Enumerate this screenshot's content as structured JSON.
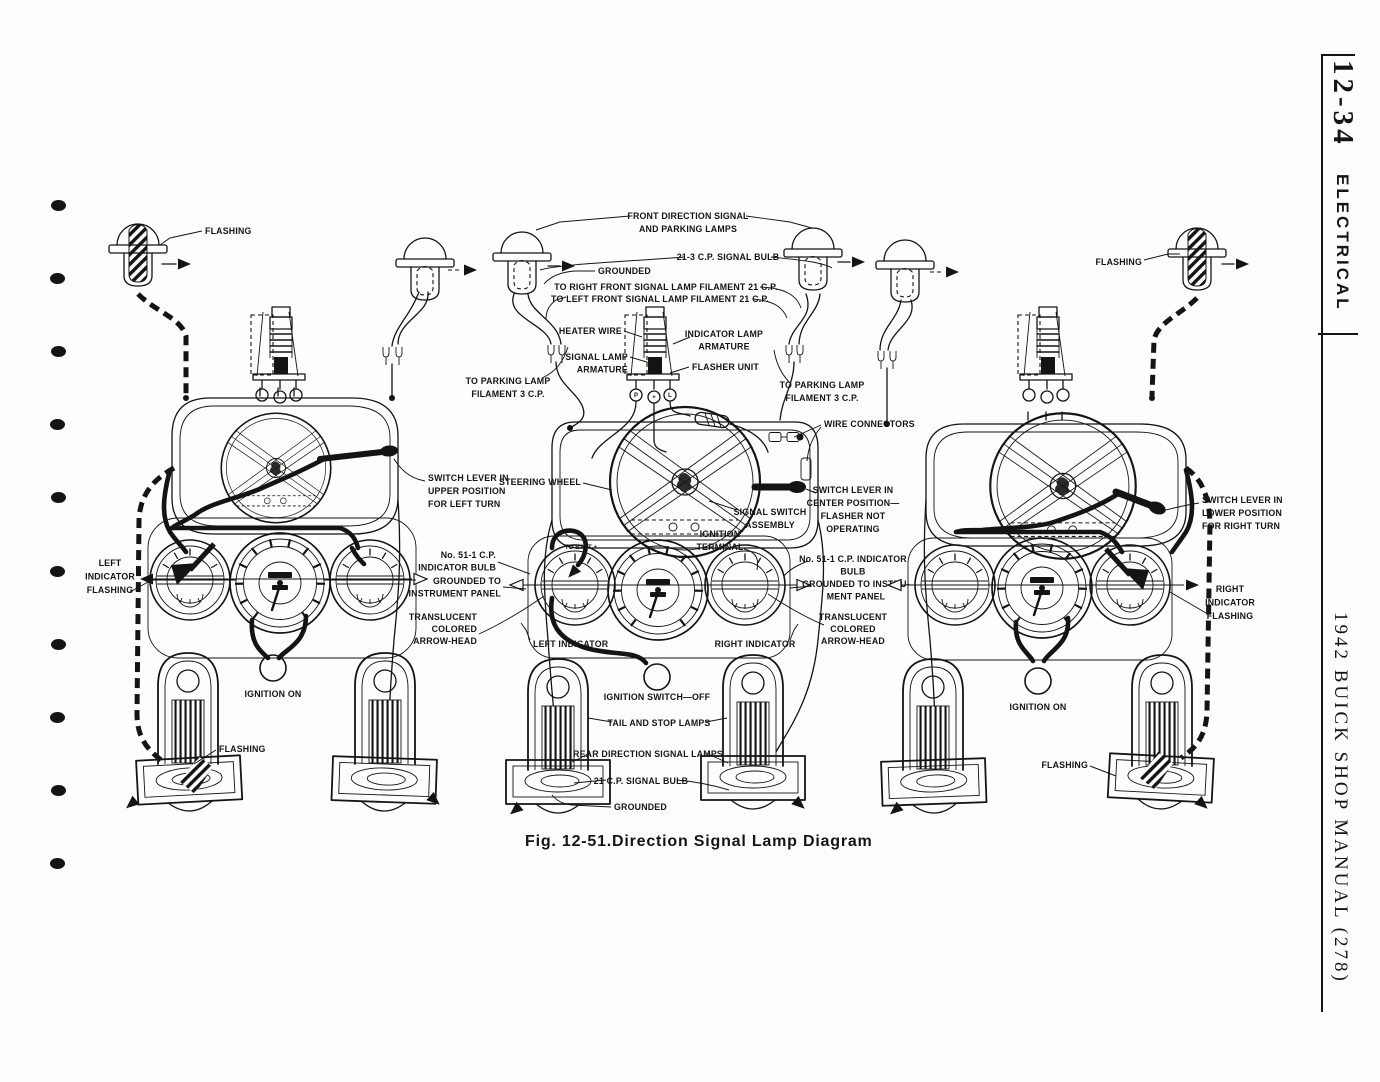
{
  "sidebar": {
    "page_number": "12-34",
    "section_title": "ELECTRICAL",
    "footer": "1942 BUICK SHOP MANUAL (278)"
  },
  "figure": {
    "number": "Fig. 12-51.",
    "title": "Direction Signal Lamp Diagram"
  },
  "left_diagram": {
    "front_flashing": "FLASHING",
    "switch_lever": "SWITCH LEVER IN\nUPPER POSITION\nFOR LEFT TURN",
    "indicator": "LEFT\nINDICATOR\nFLASHING",
    "ignition": "IGNITION ON",
    "rear_flashing": "FLASHING"
  },
  "center_diagram": {
    "front_lamps": "FRONT DIRECTION SIGNAL\nAND PARKING LAMPS",
    "signal_bulb": "21-3 C.P. SIGNAL BULB",
    "grounded_front": "GROUNDED",
    "to_right_front": "TO RIGHT FRONT SIGNAL LAMP FILAMENT 21 C.P.",
    "to_left_front": "TO LEFT FRONT SIGNAL LAMP FILAMENT 21 C.P.",
    "heater_wire": "HEATER WIRE",
    "indicator_lamp_armature": "INDICATOR LAMP\nARMATURE",
    "signal_lamp_armature": "SIGNAL LAMP\nARMATURE",
    "flasher_unit": "FLASHER UNIT",
    "flasher_terminals": [
      "P",
      "+",
      "L"
    ],
    "to_parking_lamp_left": "TO PARKING LAMP\nFILAMENT 3 C.P.",
    "to_parking_lamp_right": "TO PARKING LAMP\nFILAMENT 3 C.P.",
    "wire_connectors": "WIRE CONNECTORS",
    "steering_wheel": "STEERING WHEEL",
    "switch_lever": "SWITCH LEVER IN\nCENTER POSITION—\nFLASHER NOT\nOPERATING",
    "signal_switch_assembly": "SIGNAL SWITCH\nASSEMBLY",
    "ignition_terminal": "IGNITION\nTERMINAL",
    "to_batt": "TO BATT +",
    "indicator_bulb_left": "No. 51-1 C.P.\nINDICATOR BULB",
    "grounded_left": "GROUNDED TO\nINSTRUMENT PANEL",
    "translucent_left": "TRANSLUCENT\nCOLORED\nARROW-HEAD",
    "left_indicator": "LEFT INDICATOR",
    "right_indicator": "RIGHT INDICATOR",
    "indicator_bulb_right": "No. 51-1 C.P. INDICATOR\nBULB",
    "grounded_right": "GROUNDED TO INSTRU-\nMENT PANEL",
    "translucent_right": "TRANSLUCENT\nCOLORED\nARROW-HEAD",
    "ignition_switch": "IGNITION SWITCH—OFF",
    "tail_stop_lamps": "TAIL AND STOP LAMPS",
    "rear_signal_lamps": "REAR DIRECTION SIGNAL LAMPS",
    "rear_signal_bulb": "21 C.P. SIGNAL BULB",
    "grounded_rear": "GROUNDED"
  },
  "right_diagram": {
    "front_flashing": "FLASHING",
    "switch_lever": "SWITCH LEVER IN\nLOWER POSITION\nFOR RIGHT TURN",
    "indicator": "RIGHT\nINDICATOR\nFLASHING",
    "ignition": "IGNITION ON",
    "rear_flashing": "FLASHING"
  }
}
